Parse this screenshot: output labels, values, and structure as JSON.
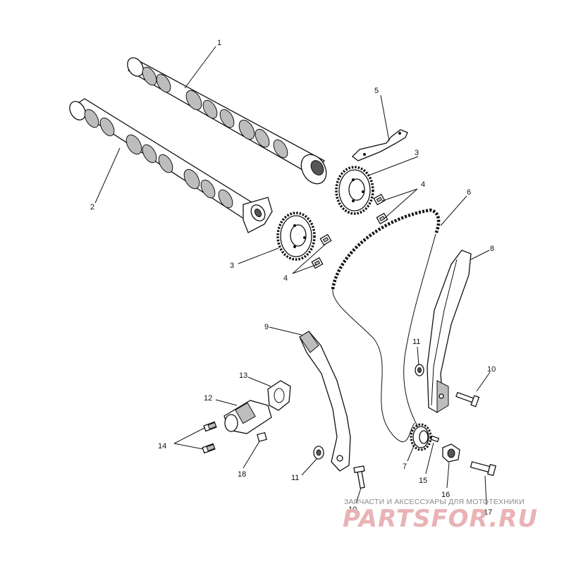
{
  "diagram": {
    "callouts": {
      "c1": "1",
      "c2": "2",
      "c3a": "3",
      "c3b": "3",
      "c4a": "4",
      "c4b": "4",
      "c5": "5",
      "c6": "6",
      "c7": "7",
      "c8": "8",
      "c9": "9",
      "c10a": "10",
      "c10b": "10",
      "c11a": "11",
      "c11b": "11",
      "c12": "12",
      "c13": "13",
      "c14": "14",
      "c15": "15",
      "c16": "16",
      "c17": "17",
      "c18": "18"
    }
  },
  "watermark": {
    "caption": "ЗАПЧАСТИ И АКСЕССУАРЫ ДЛЯ МОТОТЕХНИКИ",
    "logo": "PARTSFOR.RU"
  }
}
